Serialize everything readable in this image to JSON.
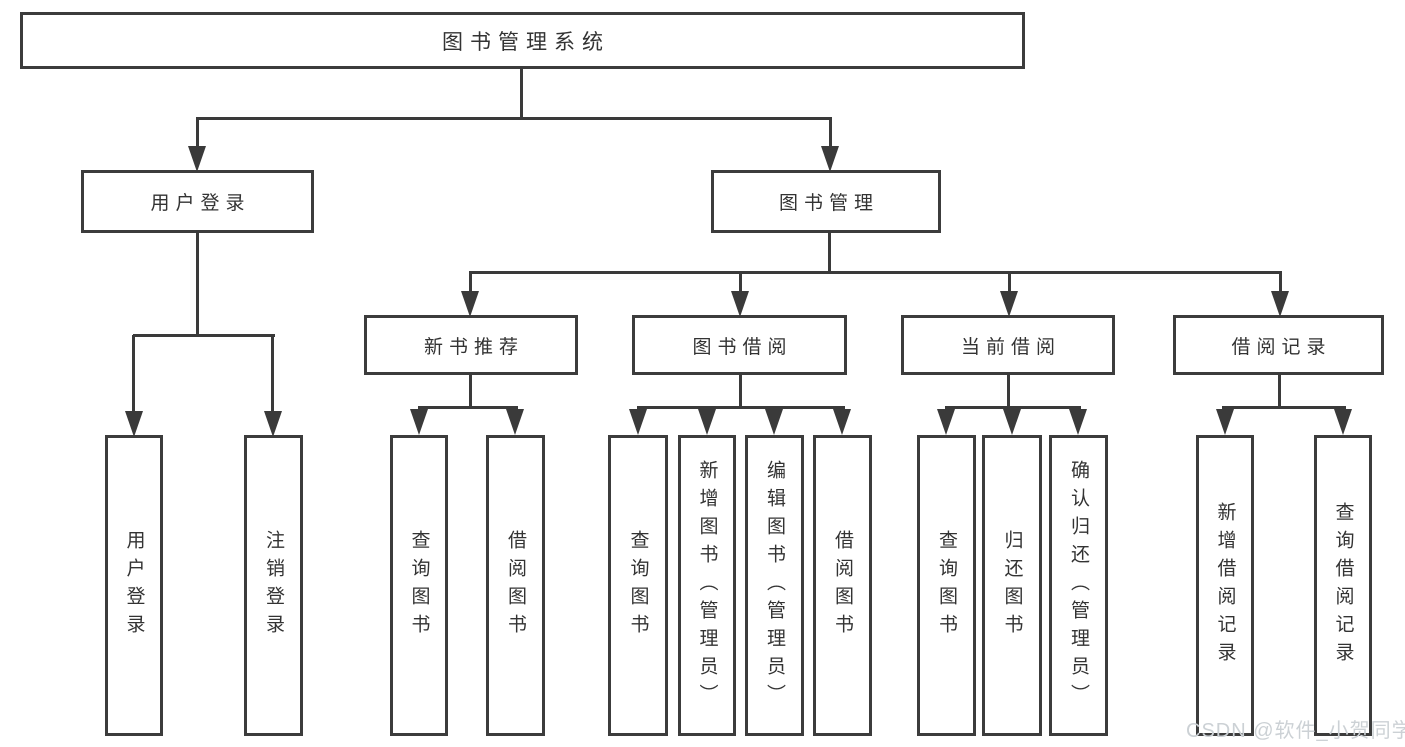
{
  "diagram": {
    "title": "图书管理系统",
    "root": "图书管理系统",
    "level2": [
      "用户登录",
      "图书管理"
    ],
    "level3": [
      "新书推荐",
      "图书借阅",
      "当前借阅",
      "借阅记录"
    ],
    "leaves_user_login": [
      "用户登录",
      "注销登录"
    ],
    "leaves_new_book": [
      "查询图书",
      "借阅图书"
    ],
    "leaves_book_borrow": [
      "查询图书",
      "新增图书（管理员）",
      "编辑图书（管理员）",
      "借阅图书"
    ],
    "leaves_current_borrow": [
      "查询图书",
      "归还图书",
      "确认归还（管理员）"
    ],
    "leaves_borrow_records": [
      "新增借阅记录",
      "查询借阅记录"
    ]
  },
  "watermark": "CSDN @软件_小贺同学",
  "colors": {
    "line": "#3a3a3a",
    "box_border": "#3c3c3c",
    "text": "#333333",
    "background": "#ffffff",
    "watermark_text": "#ccd1d5"
  }
}
